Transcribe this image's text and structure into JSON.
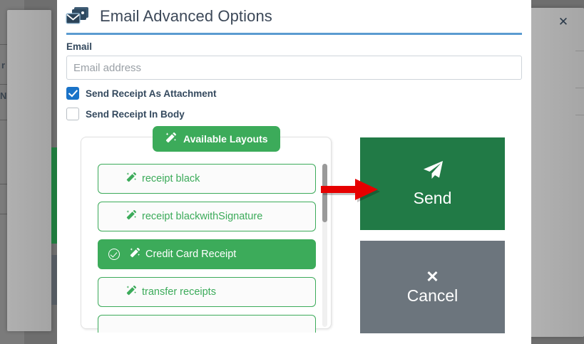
{
  "modal": {
    "title": "Email Advanced Options",
    "title_icon": "email-stack-icon",
    "close_icon": "close-icon"
  },
  "form": {
    "email_label": "Email",
    "email_value": "",
    "email_placeholder": "Email address",
    "checkboxes": [
      {
        "label": "Send Receipt As Attachment",
        "checked": true
      },
      {
        "label": "Send Receipt In Body",
        "checked": false
      }
    ]
  },
  "layouts": {
    "header": "Available Layouts",
    "header_icon": "magic-wand-icon",
    "items": [
      {
        "label": "receipt black",
        "icon": "magic-wand-icon",
        "selected": false
      },
      {
        "label": "receipt blackwithSignature",
        "icon": "magic-wand-icon",
        "selected": false
      },
      {
        "label": "Credit Card Receipt",
        "icon": "magic-wand-icon",
        "selected": true
      },
      {
        "label": "transfer receipts",
        "icon": "magic-wand-icon",
        "selected": false
      },
      {
        "label": "",
        "icon": "magic-wand-icon",
        "selected": false
      }
    ]
  },
  "actions": {
    "send": {
      "label": "Send",
      "icon": "paper-plane-icon",
      "color": "#217a46"
    },
    "cancel": {
      "label": "Cancel",
      "icon": "x-icon",
      "color": "#6c757d"
    }
  },
  "annotation": {
    "arrow": "red-arrow-pointing-right",
    "color": "#e60000"
  },
  "background": {
    "fragments": [
      "r",
      "ND"
    ]
  },
  "colors": {
    "accent_blue": "#5b9bd1",
    "green": "#3cab5a",
    "dark_green": "#217a46",
    "gray": "#6c757d",
    "checkbox_blue": "#1a73c8",
    "title": "#3c4858"
  }
}
